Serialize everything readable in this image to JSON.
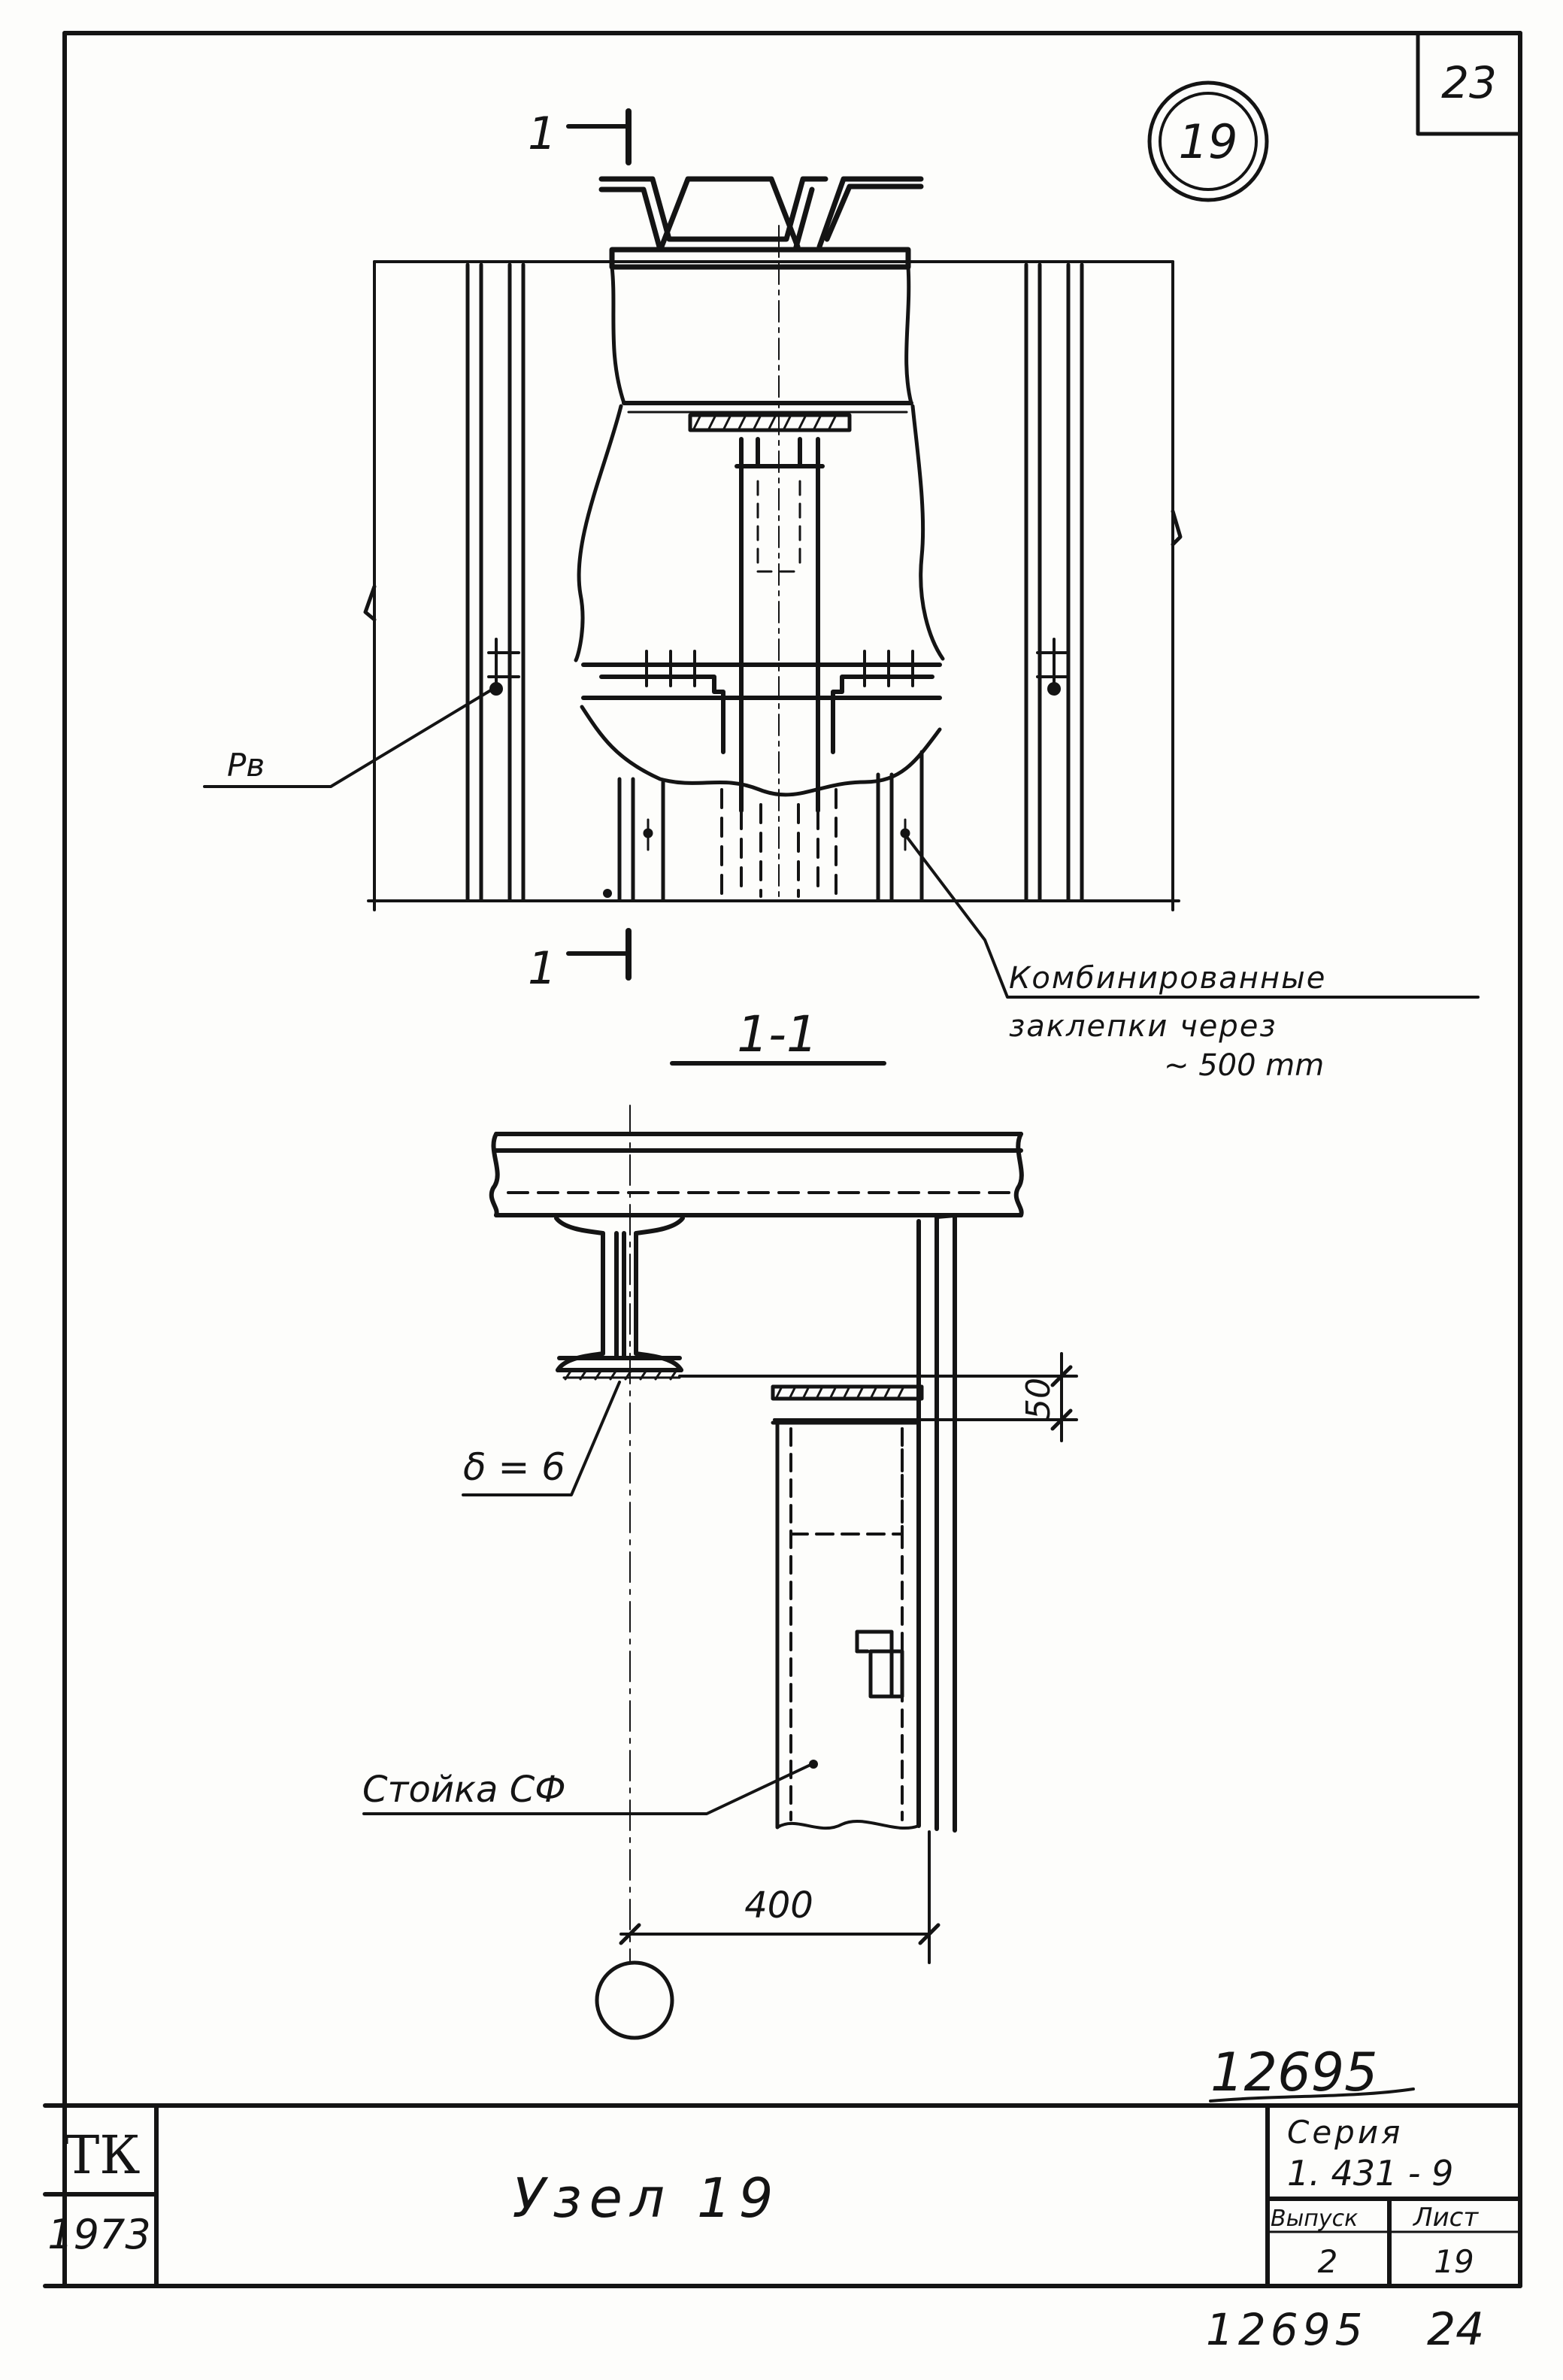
{
  "sheet": {
    "corner_number": "23",
    "node_marker": "19"
  },
  "plan_view": {
    "section_mark_top": "1",
    "section_mark_bottom": "1",
    "leader_rv": "Pв",
    "rivet_note_line1": "Комбинированные",
    "rivet_note_line2": "заклепки через",
    "rivet_note_line3": "~ 500 mm"
  },
  "section_view": {
    "title": "1-1",
    "dim_50": "50",
    "thickness_label": "δ = 6",
    "post_label": "Стойка СФ",
    "dim_400": "400"
  },
  "title_block": {
    "org": "ТК",
    "year": "1973",
    "title": "Узел 19",
    "series_label": "Серия",
    "series_value": "1. 431 - 9",
    "issue_label": "Выпуск",
    "issue_value": "2",
    "sheet_label": "Лист",
    "sheet_value": "19"
  },
  "archive": {
    "number_above": "12695",
    "number_below": "12695",
    "page": "24"
  },
  "colors": {
    "ink": "#141414",
    "paper": "#fdfdfb"
  }
}
